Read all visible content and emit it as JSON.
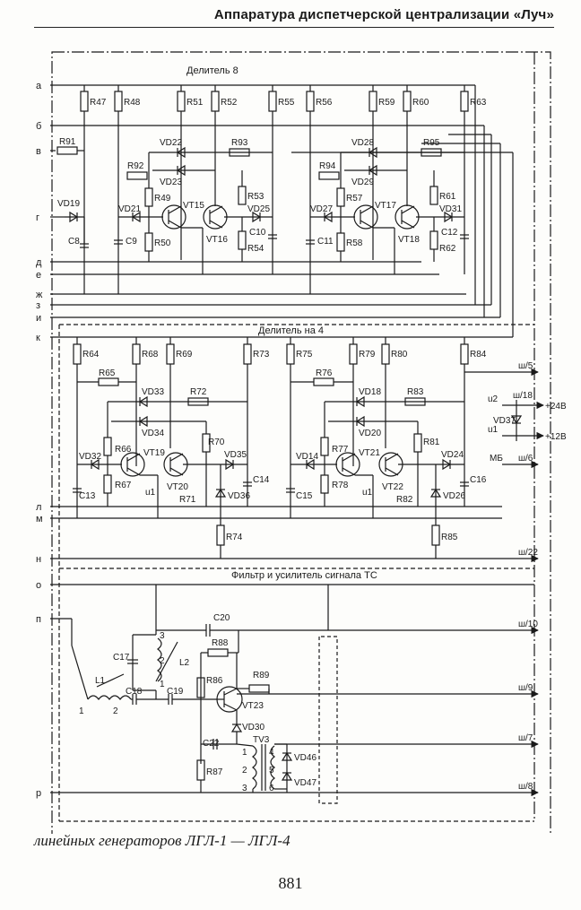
{
  "header": {
    "title": "Аппаратура диспетчерской централизации «Луч»"
  },
  "blocks": {
    "divider8": "Делитель 8",
    "divider4": "Делитель на 4",
    "filter": "Фильтр и усилитель сигнала ТС"
  },
  "inputs": {
    "a": "а",
    "b": "б",
    "v": "в",
    "g": "г",
    "d": "д",
    "e": "е",
    "zh": "ж",
    "z": "з",
    "i": "и",
    "k": "к",
    "l": "л",
    "m": "м",
    "n": "н",
    "o": "о",
    "p": "п",
    "r": "р"
  },
  "outputs": {
    "sh5": "ш/5",
    "sh18": "ш/18",
    "sh6": "ш/6",
    "sh22": "ш/22",
    "sh10": "ш/10",
    "sh9": "ш/9",
    "sh7": "ш/7",
    "sh8": "ш/8"
  },
  "power": {
    "u2": "u2",
    "u1": "u1",
    "v24": "+24В",
    "v12": "+12В",
    "mb": "МБ",
    "vd37": "VD37"
  },
  "components": {
    "d8": {
      "R47": "R47",
      "R48": "R48",
      "R51": "R51",
      "R52": "R52",
      "R55": "R55",
      "R56": "R56",
      "R59": "R59",
      "R60": "R60",
      "R63": "R63",
      "R91": "R91",
      "VD22": "VD22",
      "R93": "R93",
      "VD23": "VD23",
      "R92": "R92",
      "R49": "R49",
      "VT15": "VT15",
      "VT16": "VT16",
      "R53": "R53",
      "VD25": "VD25",
      "VD19": "VD19",
      "VD21": "VD21",
      "C8": "C8",
      "C9": "C9",
      "R50": "R50",
      "C10": "C10",
      "R54": "R54",
      "VD28": "VD28",
      "R95": "R95",
      "VD29": "VD29",
      "R94": "R94",
      "R57": "R57",
      "VT17": "VT17",
      "VT18": "VT18",
      "R61": "R61",
      "VD27": "VD27",
      "VD31": "VD31",
      "C11": "C11",
      "R58": "R58",
      "C12": "C12",
      "R62": "R62"
    },
    "d4": {
      "R64": "R64",
      "R68": "R68",
      "R69": "R69",
      "R73": "R73",
      "R75": "R75",
      "R79": "R79",
      "R80": "R80",
      "R84": "R84",
      "R65": "R65",
      "VD33": "VD33",
      "R72": "R72",
      "VD34": "VD34",
      "R66": "R66",
      "VT19": "VT19",
      "VT20": "VT20",
      "R70": "R70",
      "VD32": "VD32",
      "VD35": "VD35",
      "u1a": "u1",
      "R67": "R67",
      "C13": "C13",
      "R71": "R71",
      "VD36": "VD36",
      "C14": "C14",
      "R74": "R74",
      "R76": "R76",
      "VD18": "VD18",
      "R83": "R83",
      "VD20": "VD20",
      "R77": "R77",
      "VT21": "VT21",
      "VT22": "VT22",
      "R81": "R81",
      "VD14": "VD14",
      "VD24": "VD24",
      "u1b": "u1",
      "R78": "R78",
      "C15": "C15",
      "R82": "R82",
      "VD26": "VD26",
      "C16": "C16",
      "R85": "R85"
    },
    "flt": {
      "C20": "C20",
      "C17": "C17",
      "R88": "R88",
      "L2": "L2",
      "L1": "L1",
      "C18": "C18",
      "C19": "C19",
      "R86": "R86",
      "R89": "R89",
      "VT23": "VT23",
      "VD30": "VD30",
      "TV3": "TV3",
      "C22": "C22",
      "R87": "R87",
      "VD46": "VD46",
      "VD47": "VD47",
      "n1": "1",
      "n2": "2",
      "n3": "3",
      "n4": "4",
      "n5": "5",
      "n6": "6",
      "l1a": "1",
      "l1b": "2",
      "l2a": "3",
      "l2b": "2",
      "l2c": "1"
    }
  },
  "caption": "линейных генераторов ЛГЛ-1 — ЛГЛ-4",
  "page_number": "881"
}
